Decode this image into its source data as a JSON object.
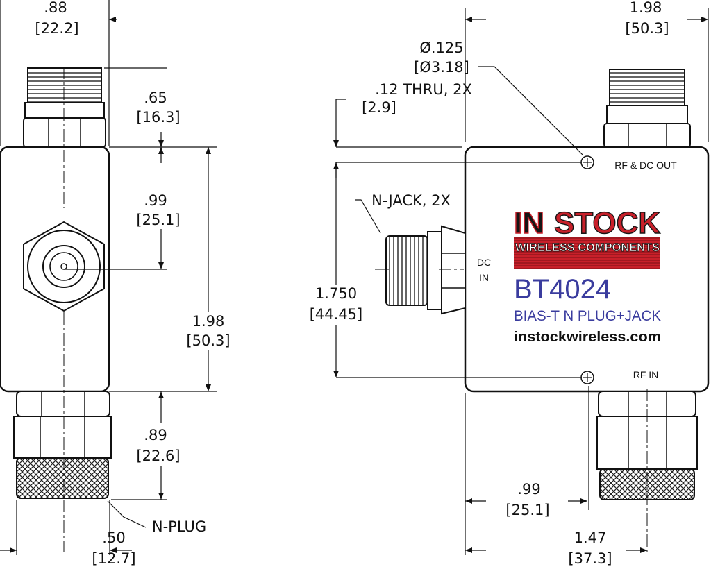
{
  "dimensions": {
    "top_width_in": ".88",
    "top_width_mm": "[22.2]",
    "jack_len_in": ".65",
    "jack_len_mm": "[16.3]",
    "center_in": ".99",
    "center_mm": "[25.1]",
    "body_height_in": "1.98",
    "body_height_mm": "[50.3]",
    "plug_len_in": ".89",
    "plug_len_mm": "[22.6]",
    "bottom_width_in": ".50",
    "bottom_width_mm": "[12.7]",
    "right_width_in": "1.98",
    "right_width_mm": "[50.3]",
    "hole_dia_in": "Ø.125",
    "hole_dia_mm": "[Ø3.18]",
    "hole_thru": ".12 THRU, 2X",
    "hole_offset_mm": "[2.9]",
    "hole_spacing_in": "1.750",
    "hole_spacing_mm": "[44.45]",
    "jack_offset_in": ".99",
    "jack_offset_mm": "[25.1]",
    "plug_offset_in": "1.47",
    "plug_offset_mm": "[37.3]"
  },
  "labels": {
    "n_plug": "N-PLUG",
    "n_jack": "N-JACK, 2X",
    "rf_dc_out": "RF & DC OUT",
    "dc": "DC",
    "in": "IN",
    "rf_in": "RF IN"
  },
  "product": {
    "brand_a": "IN",
    "brand_b": "STOCK",
    "brand_sub": "WIRELESS COMPONENTS",
    "model": "BT4024",
    "description": "BIAS-T N PLUG+JACK",
    "website": "instockwireless.com"
  },
  "colors": {
    "brand_red": "#c8202a",
    "brand_black": "#151515",
    "model_blue": "#3a3c9e",
    "desc_blue": "#3a3c9e"
  }
}
